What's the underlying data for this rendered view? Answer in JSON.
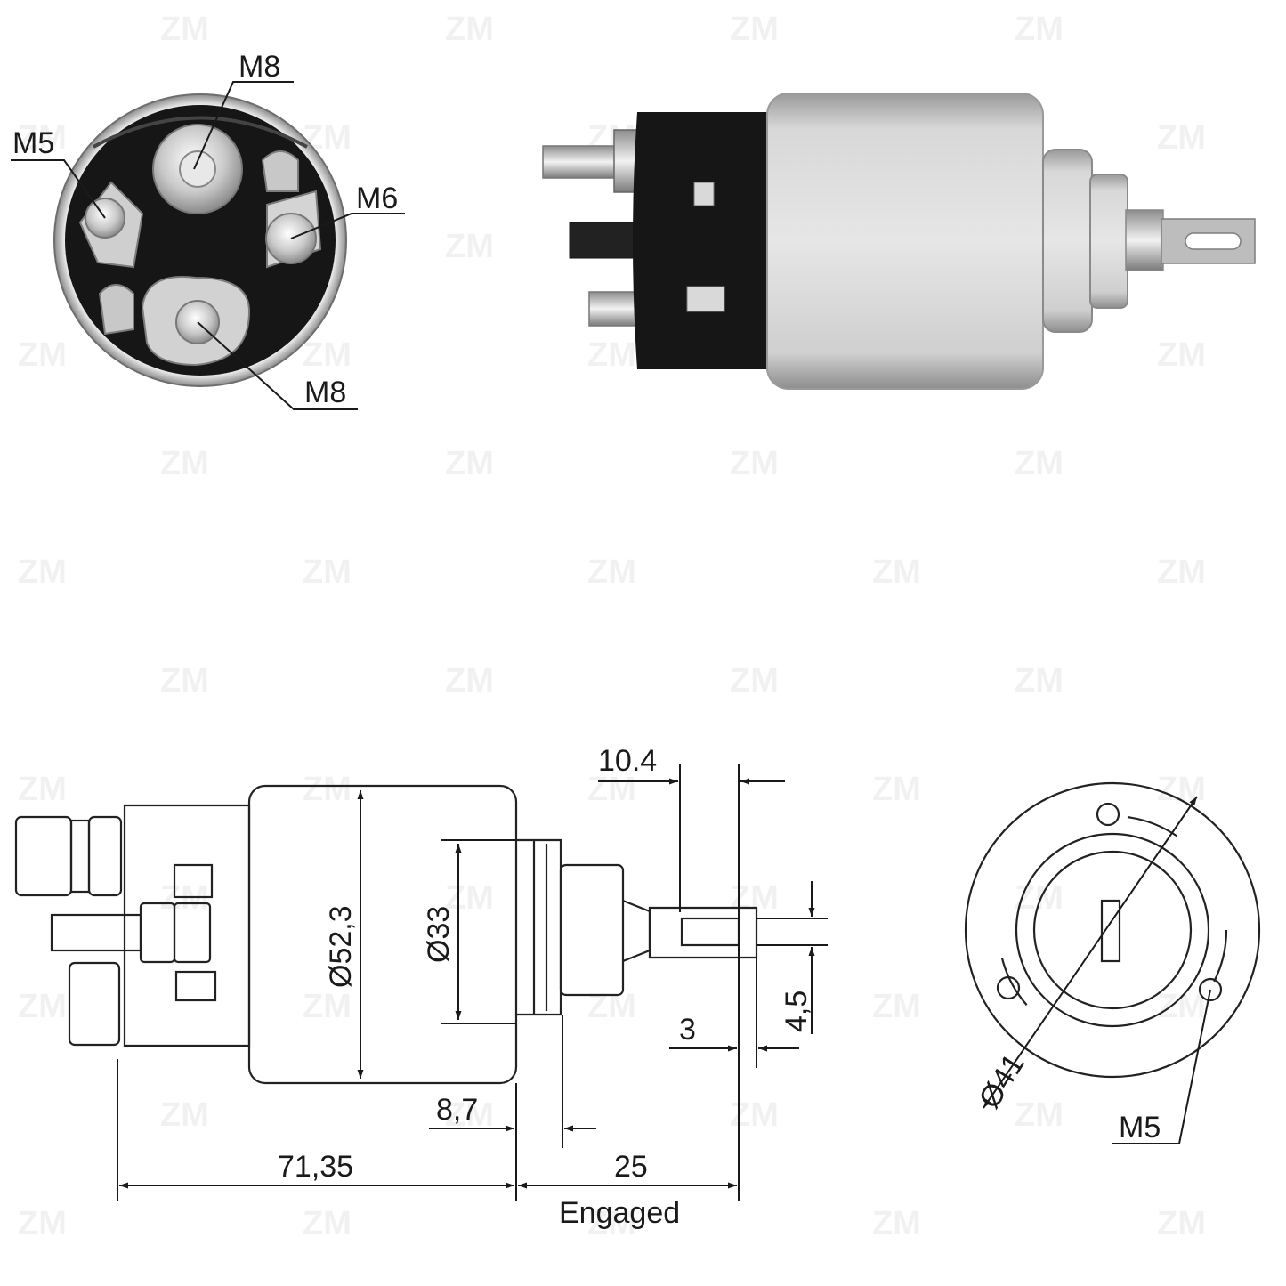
{
  "watermark": {
    "text": "ZM"
  },
  "end_view_photo": {
    "labels": {
      "m8_top": "M8",
      "m5": "M5",
      "m6": "M6",
      "m8_bottom": "M8"
    }
  },
  "side_drawing": {
    "dims": {
      "body_diameter": "Ø52,3",
      "plunger_diameter": "Ø33",
      "tip_length": "10.4",
      "tip_width": "4,5",
      "tip_offset": "3",
      "step_length": "8,7",
      "total_length": "71,35",
      "stroke": "25",
      "stroke_note": "Engaged"
    }
  },
  "flange_drawing": {
    "dims": {
      "bolt_circle": "Ø41",
      "hole_thread": "M5"
    }
  },
  "colors": {
    "housing_silver": "#cfcfcf",
    "insulator_black": "#141414",
    "line": "#1a1a1a"
  }
}
